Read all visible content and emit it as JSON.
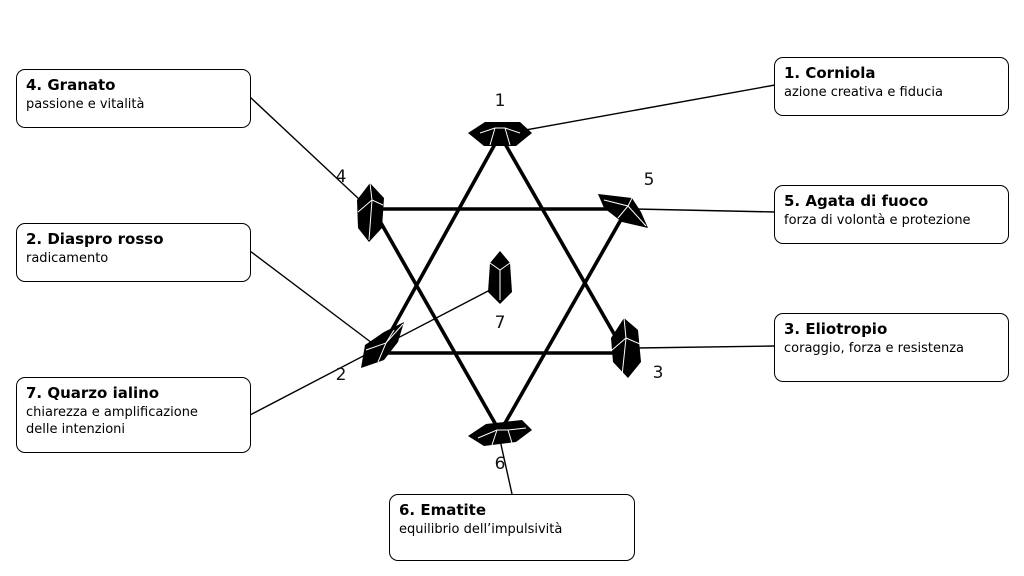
{
  "stones": [
    {
      "number": "1",
      "title": "1. Corniola",
      "description": "azione creativa e fiducia"
    },
    {
      "number": "2",
      "title": "2. Diaspro rosso",
      "description": "radicamento"
    },
    {
      "number": "3",
      "title": "3. Eliotropio",
      "description": "coraggio, forza e resistenza"
    },
    {
      "number": "4",
      "title": "4. Granato",
      "description": "passione e vitalità"
    },
    {
      "number": "5",
      "title": "5. Agata di fuoco",
      "description": "forza di volontà e protezione"
    },
    {
      "number": "6",
      "title": "6. Ematite",
      "description": "equilibrio dell’impulsività"
    },
    {
      "number": "7",
      "title": "7. Quarzo ialino",
      "description": "chiarezza e amplificazione\ndelle intenzioni"
    }
  ]
}
